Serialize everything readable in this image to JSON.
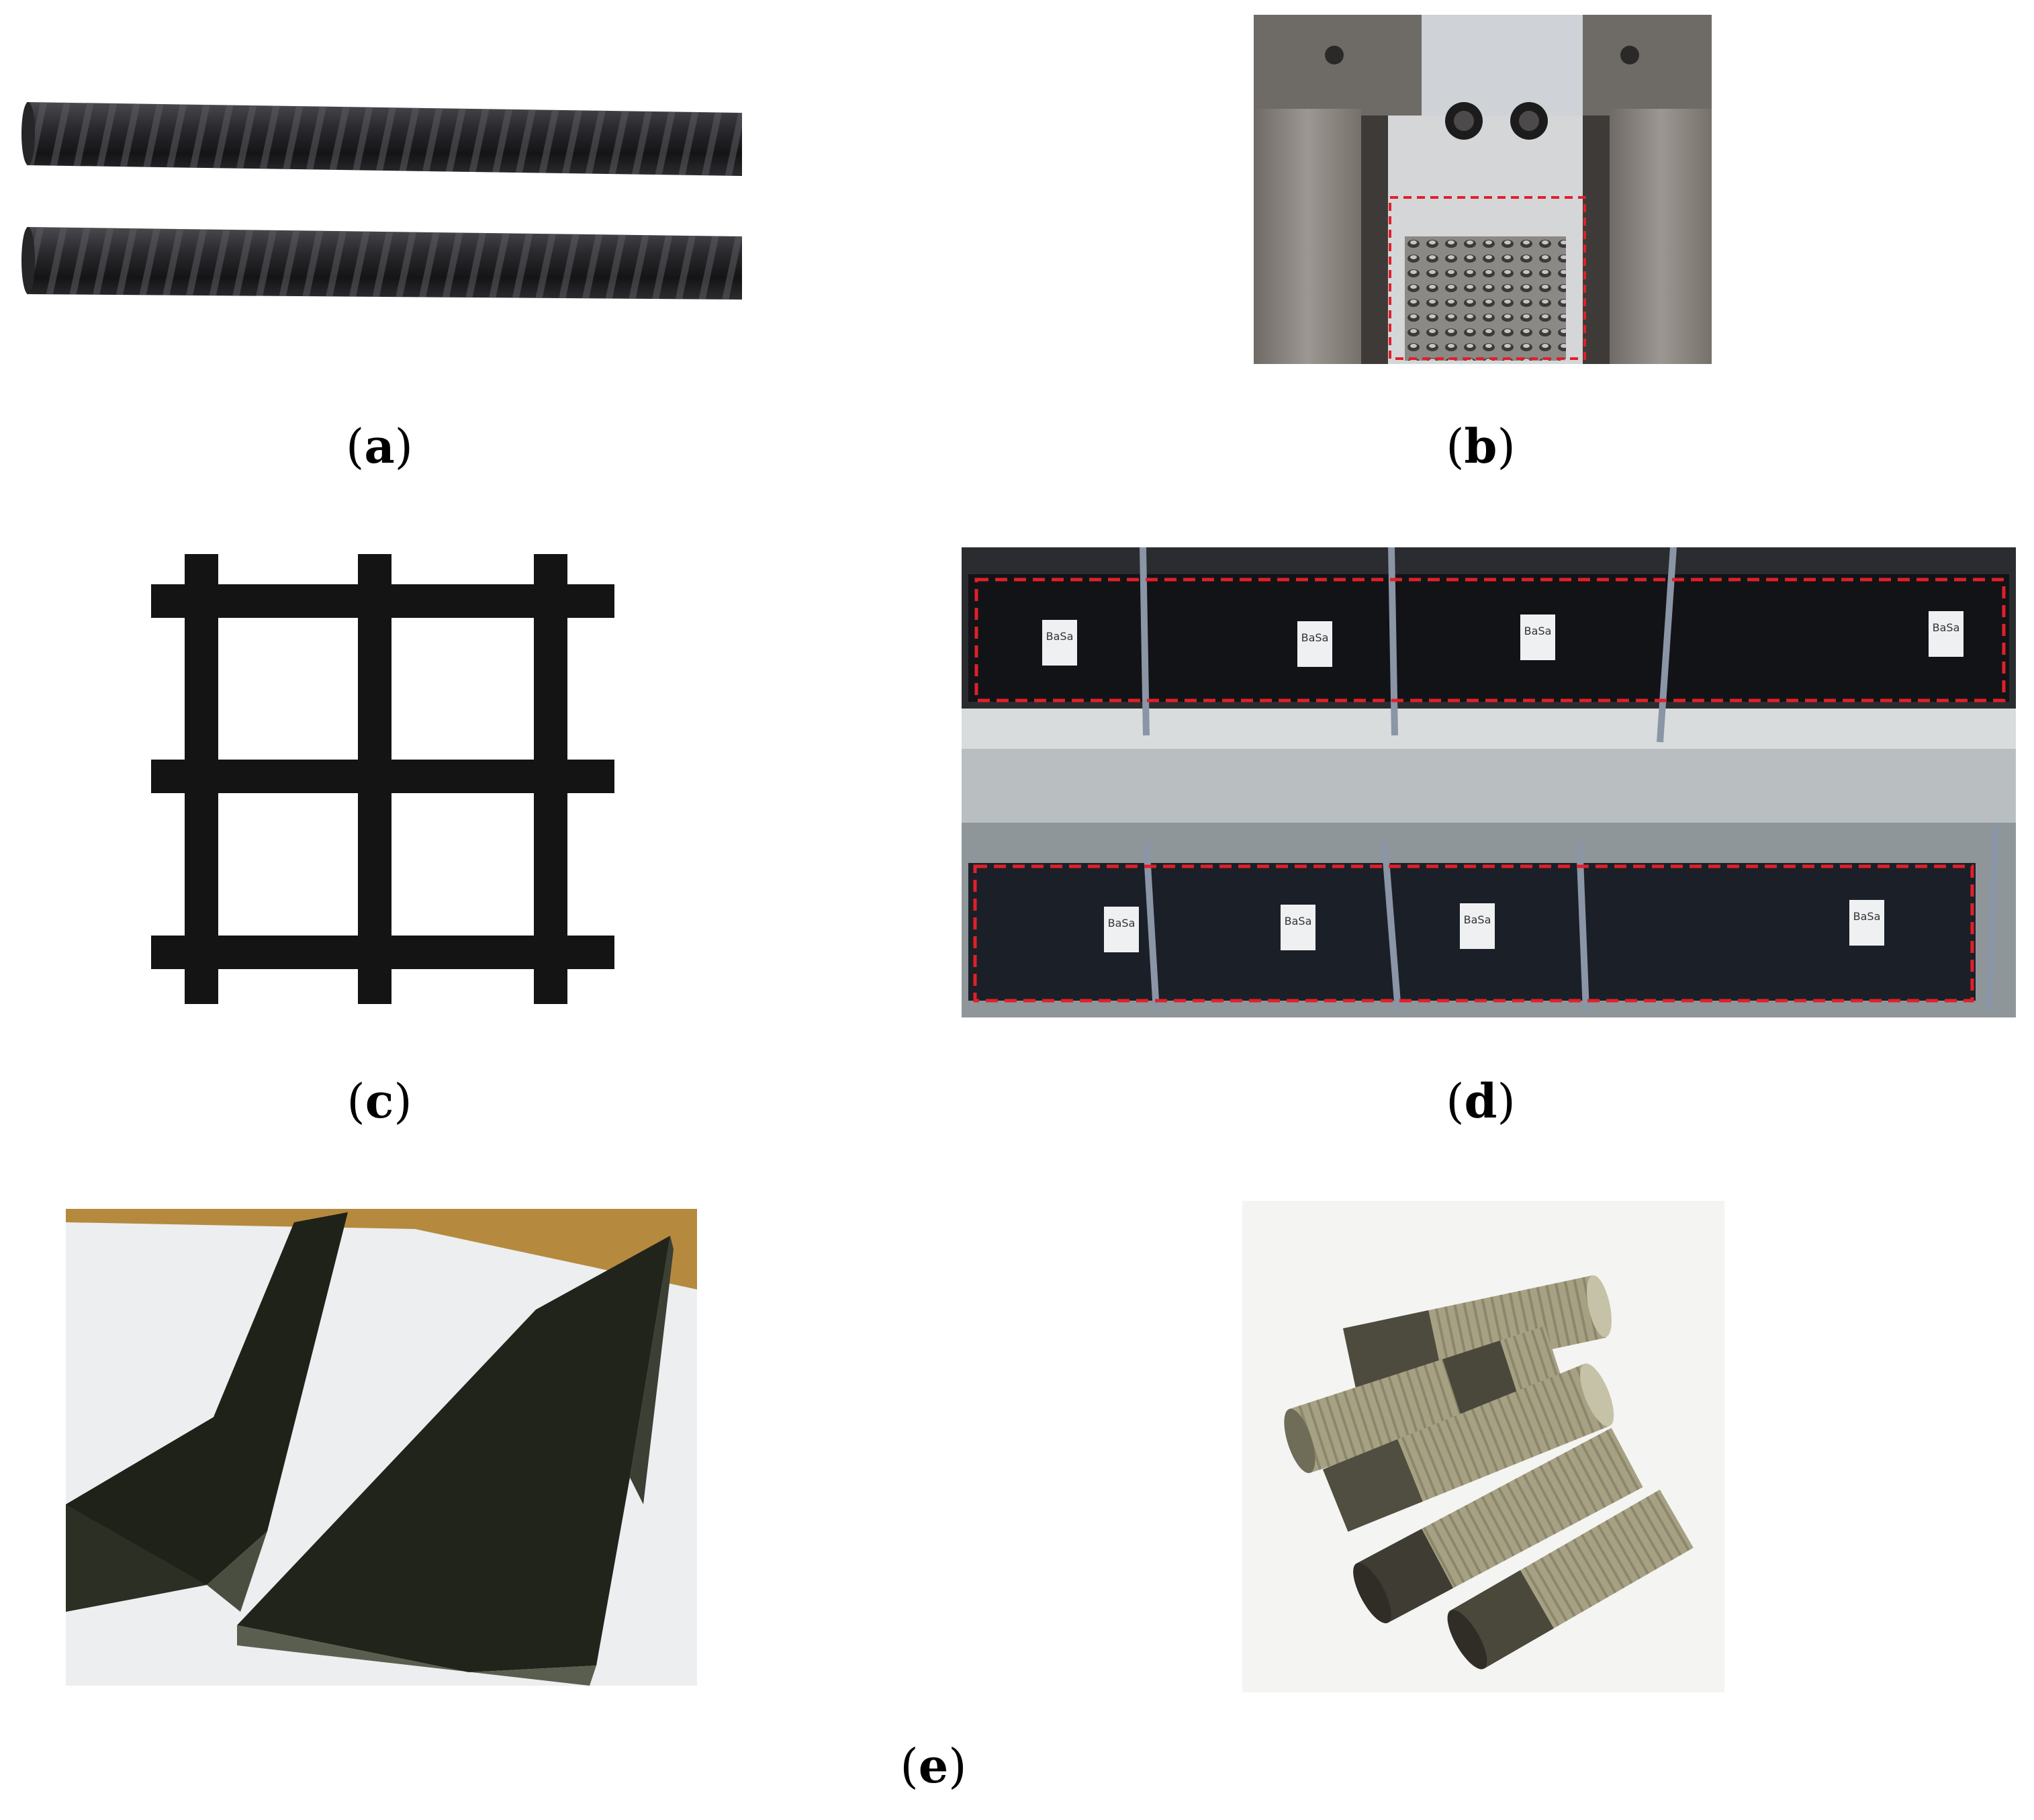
{
  "figure": {
    "panels": [
      {
        "id": "a",
        "caption": "(a)"
      },
      {
        "id": "b",
        "caption": "(b)"
      },
      {
        "id": "c",
        "caption": "(c)"
      },
      {
        "id": "d",
        "caption": "(d)"
      },
      {
        "id": "e",
        "caption": "(e)"
      }
    ],
    "specimen_tag": "BaSa"
  },
  "colors": {
    "frp_black": "#1b1b1d",
    "highlight_dash": "#e0202a",
    "steel": "#8e8c88",
    "concrete": "#b7bcbf",
    "rope": "#8a95a6",
    "grid": "#141414",
    "tube": "#a7a184"
  }
}
